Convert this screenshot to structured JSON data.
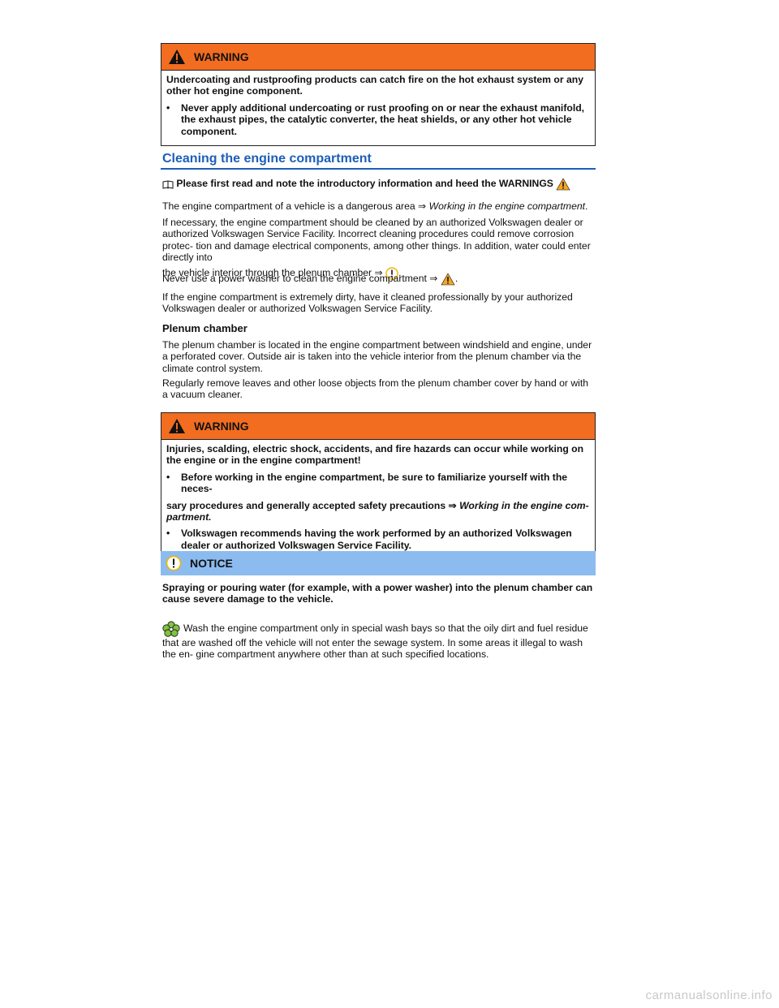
{
  "warning1": {
    "label": "WARNING",
    "intro": "Undercoating and rustproofing products can catch fire on the hot exhaust system or any other hot engine component.",
    "bullets": [
      "Never apply additional undercoating or rust proofing on or near the exhaust manifold, the exhaust pipes, the catalytic converter, the heat shields, or any other hot vehicle component."
    ]
  },
  "section": {
    "title": "Cleaning the engine compartment",
    "intro_note": "Please first read and note the introductory information and heed the WARNINGS",
    "p1_text": "The engine compartment of a vehicle is a dangerous area ⇒ ",
    "p1_link": "Working in the engine compartment",
    "p2": "If necessary, the engine compartment should be cleaned by an authorized Volkswagen dealer or authorized Volkswagen Service Facility. Incorrect cleaning procedures could remove corrosion protec- tion and damage electrical components, among other things. In addition, water could enter directly into",
    "p2_end": "the vehicle interior through the plenum chamber ⇒",
    "p3": "Never use a power washer to clean the engine compartment ⇒",
    "p4": "If the engine compartment is extremely dirty, have it cleaned professionally by your authorized Volkswagen dealer or authorized Volkswagen Service Facility.",
    "subheading": "Plenum chamber",
    "p5": "The plenum chamber is located in the engine compartment between windshield and engine, under a perforated cover. Outside air is taken into the vehicle interior from the plenum chamber via the climate control system.",
    "p6": "Regularly remove leaves and other loose objects from the plenum chamber cover by hand or with a vacuum cleaner."
  },
  "warning2": {
    "label": "WARNING",
    "intro": "Injuries, scalding, electric shock, accidents, and fire hazards can occur while working on the engine or in the engine compartment!",
    "bullet1": "Before working in the engine compartment, be sure to familiarize yourself with the neces-",
    "bullet1_cont": "sary procedures and generally accepted safety precautions ⇒ ",
    "bullet1_link": "Working in the engine com- partment.",
    "bullet2": "Volkswagen recommends having the work performed by an authorized Volkswagen dealer or authorized Volkswagen Service Facility."
  },
  "notice": {
    "label": "NOTICE",
    "text": "Spraying or pouring water (for example, with a power washer) into the plenum chamber can cause severe damage to the vehicle."
  },
  "environment": {
    "text": "Wash the engine compartment only in special wash bays so that the oily dirt and fuel residue that are washed off the vehicle will not enter the sewage system. In some areas it illegal to wash the en- gine compartment anywhere other than at such specified locations."
  },
  "footer": "carmanualsonline.info",
  "colors": {
    "warning": "#f26d1f",
    "notice": "#8cbcef",
    "heading": "#1c5fb8",
    "env": "#7fc241"
  }
}
